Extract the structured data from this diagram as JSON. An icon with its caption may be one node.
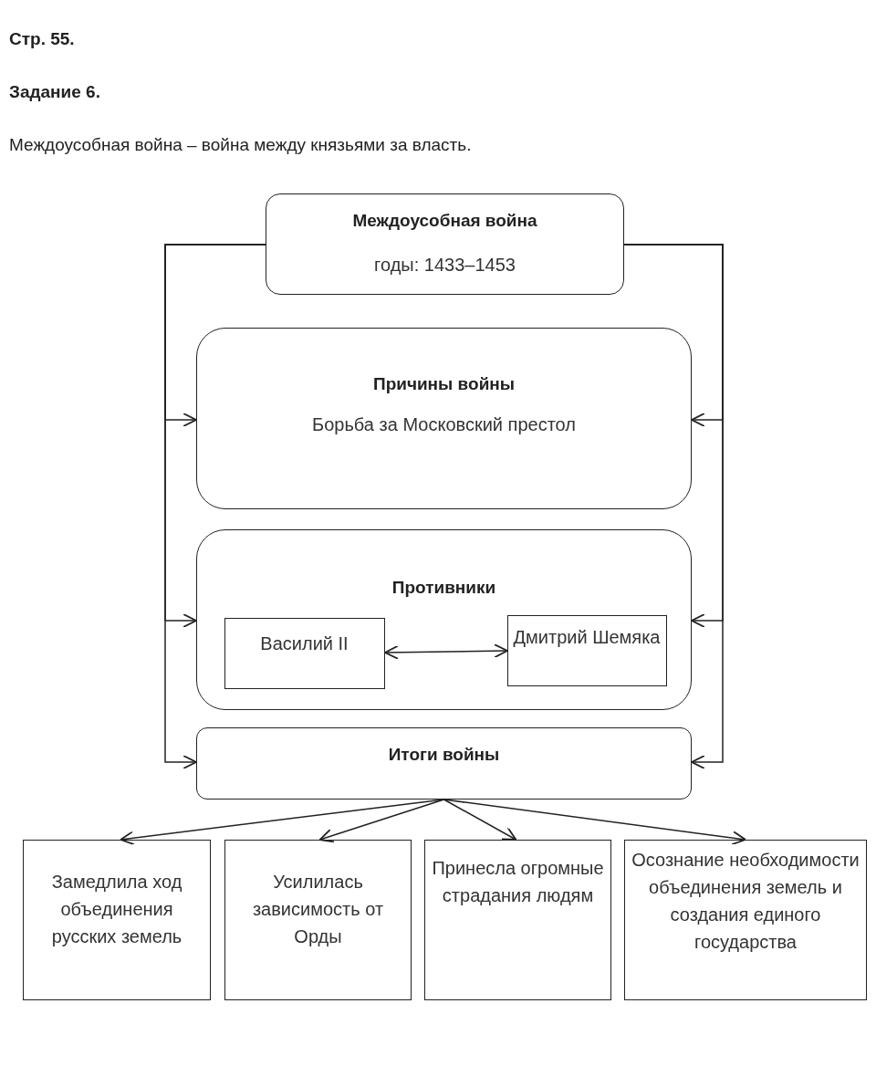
{
  "diagram": {
    "labels": [
      "Стр. 55.",
      "Задание 6.",
      "Междоусобная война – война между князьями за власть."
    ],
    "nodes": [
      {
        "text": [
          "Междоусобная война",
          "годы: 1433–1453"
        ]
      },
      {
        "text": [
          "Причины войны",
          "Борьба за Московский престол"
        ]
      },
      {
        "text": [
          "Противники"
        ]
      },
      {
        "text": [
          "Василий II"
        ],
        "in": 2
      },
      {
        "text": [
          "Дмитрий Шемяка"
        ],
        "in": 2
      },
      {
        "text": [
          "Итоги войны"
        ]
      },
      {
        "text": [
          "Замедлила ход объединения русских земель"
        ]
      },
      {
        "text": [
          "Усилилась зависимость от Орды"
        ]
      },
      {
        "text": [
          "Принесла огромные страдания людям"
        ]
      },
      {
        "text": [
          "Осознание необходимости объединения земель и создания единого государства"
        ]
      }
    ],
    "edges": [
      {
        "from": 0,
        "to": 1,
        "arrow": "to"
      },
      {
        "from": 0,
        "to": 2,
        "arrow": "to"
      },
      {
        "from": 0,
        "to": 5,
        "arrow": "to"
      },
      {
        "from": 0,
        "to": 1,
        "arrow": "to"
      },
      {
        "from": 0,
        "to": 2,
        "arrow": "to"
      },
      {
        "from": 0,
        "to": 5,
        "arrow": "to"
      },
      {
        "from": 3,
        "to": 4,
        "arrow": "both"
      },
      {
        "from": 5,
        "to": 6,
        "arrow": "to"
      },
      {
        "from": 5,
        "to": 7,
        "arrow": "to"
      },
      {
        "from": 5,
        "to": 8,
        "arrow": "to"
      },
      {
        "from": 5,
        "to": 9,
        "arrow": "to"
      }
    ]
  }
}
